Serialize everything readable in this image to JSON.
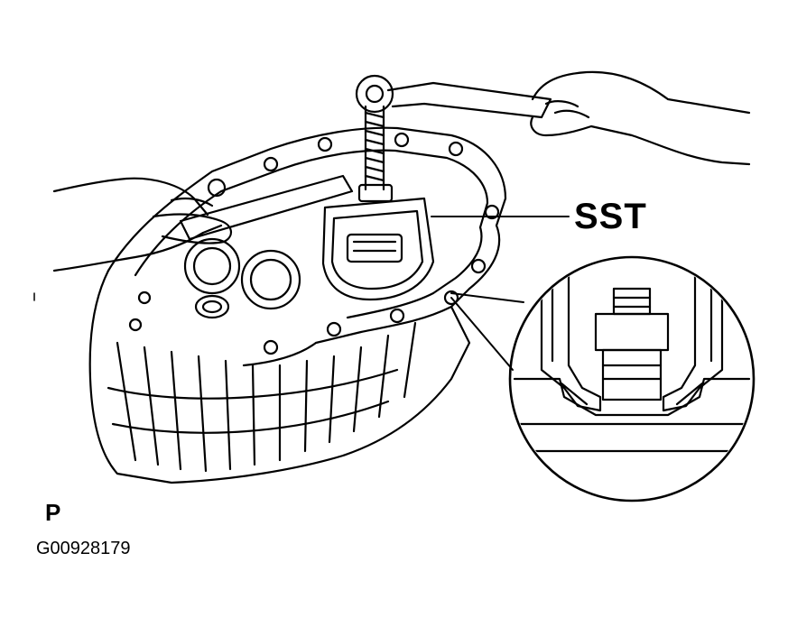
{
  "labels": {
    "tool": "SST",
    "view": "P",
    "figure_code": "G00928179"
  }
}
